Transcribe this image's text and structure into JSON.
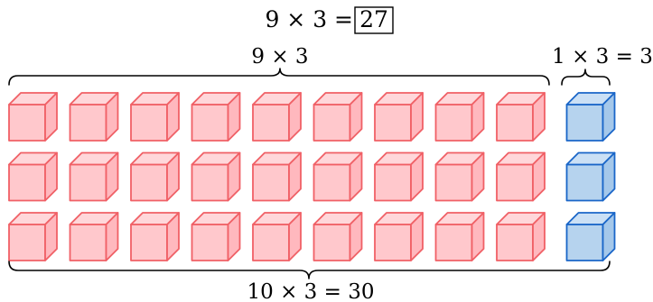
{
  "equation": {
    "lhs": "9 × 3 =",
    "answer": "27"
  },
  "labels": {
    "red_group": "9 × 3",
    "blue_group": "1 × 3 = 3",
    "total": "10 × 3 = 30"
  },
  "grid": {
    "rows": 3,
    "red_columns": 9,
    "blue_columns": 1
  },
  "colors": {
    "red_fill": "#ffc8cc",
    "red_top": "#ffd7da",
    "red_side": "#ffb8be",
    "red_stroke": "#f06066",
    "blue_fill": "#b6d3ee",
    "blue_top": "#cbe0f5",
    "blue_side": "#a5c8ea",
    "blue_stroke": "#1a66c8"
  }
}
